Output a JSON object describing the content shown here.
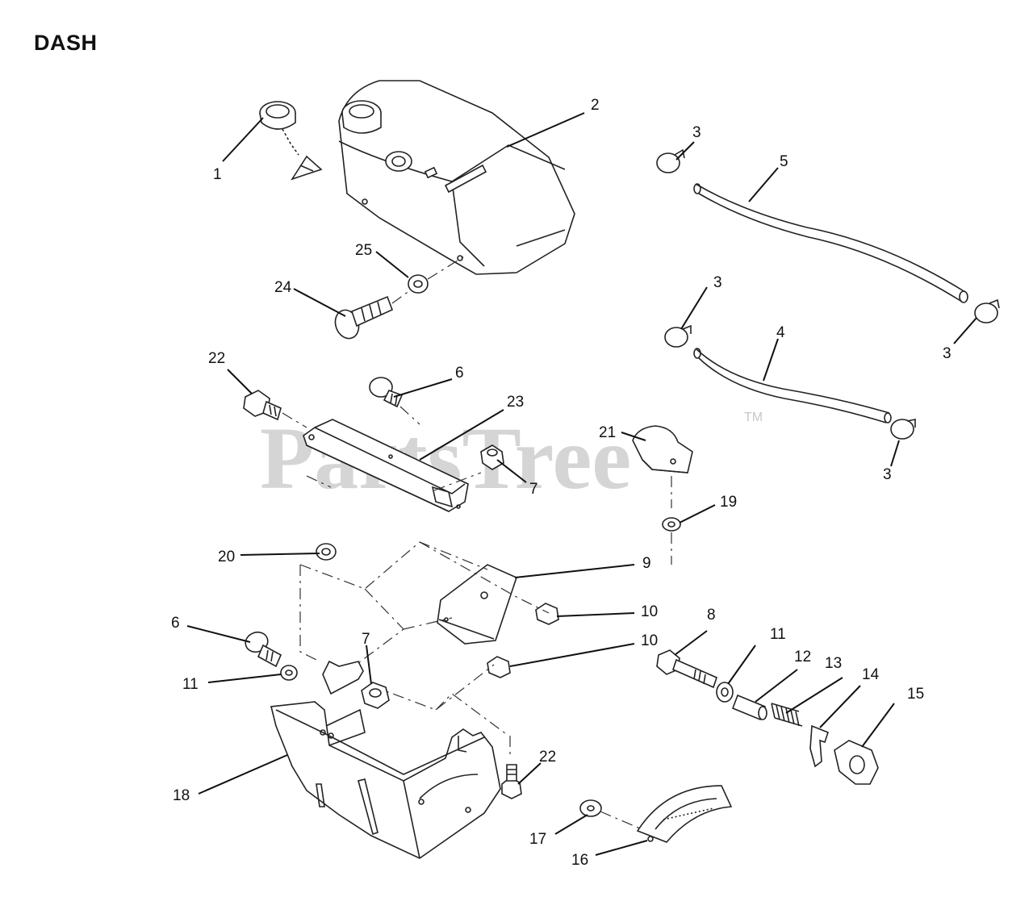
{
  "title": "DASH",
  "watermark": {
    "text": "PartsTree",
    "mark": "TM"
  },
  "callouts": [
    {
      "id": "c1",
      "label": "1"
    },
    {
      "id": "c2",
      "label": "2"
    },
    {
      "id": "c3a",
      "label": "3"
    },
    {
      "id": "c5",
      "label": "5"
    },
    {
      "id": "c3b",
      "label": "3"
    },
    {
      "id": "c4",
      "label": "4"
    },
    {
      "id": "c3c",
      "label": "3"
    },
    {
      "id": "c3d",
      "label": "3"
    },
    {
      "id": "c25",
      "label": "25"
    },
    {
      "id": "c24",
      "label": "24"
    },
    {
      "id": "c22a",
      "label": "22"
    },
    {
      "id": "c6a",
      "label": "6"
    },
    {
      "id": "c23",
      "label": "23"
    },
    {
      "id": "c7a",
      "label": "7"
    },
    {
      "id": "c21",
      "label": "21"
    },
    {
      "id": "c19",
      "label": "19"
    },
    {
      "id": "c20",
      "label": "20"
    },
    {
      "id": "c9",
      "label": "9"
    },
    {
      "id": "c10a",
      "label": "10"
    },
    {
      "id": "c10b",
      "label": "10"
    },
    {
      "id": "c6b",
      "label": "6"
    },
    {
      "id": "c7b",
      "label": "7"
    },
    {
      "id": "c11a",
      "label": "11"
    },
    {
      "id": "c8",
      "label": "8"
    },
    {
      "id": "c11b",
      "label": "11"
    },
    {
      "id": "c12",
      "label": "12"
    },
    {
      "id": "c13",
      "label": "13"
    },
    {
      "id": "c14",
      "label": "14"
    },
    {
      "id": "c15",
      "label": "15"
    },
    {
      "id": "c22b",
      "label": "22"
    },
    {
      "id": "c18",
      "label": "18"
    },
    {
      "id": "c17",
      "label": "17"
    },
    {
      "id": "c16",
      "label": "16"
    }
  ]
}
